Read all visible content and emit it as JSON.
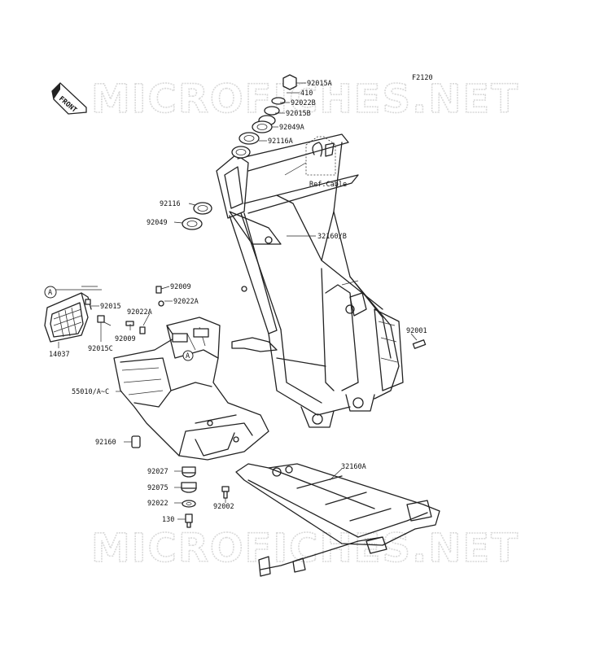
{
  "diagram_code": "F2120",
  "watermark": "MICROFICHES.NET",
  "front_arrow_label": "FRONT",
  "ref_cable": "Ref.Cable",
  "circle_marker": "A",
  "parts": {
    "p92015A": "92015A",
    "p410": "410",
    "p92022B": "92022B",
    "p92015B": "92015B",
    "p92049A": "92049A",
    "p92116A": "92116A",
    "p92116": "92116",
    "p92049": "92049",
    "p32160B": "32160/B",
    "p92009a": "92009",
    "p92022Aa": "92022A",
    "p92015": "92015",
    "p92022Ab": "92022A",
    "p92009b": "92009",
    "p14037": "14037",
    "p92015C": "92015C",
    "p92001": "92001",
    "p55010": "55010/A~C",
    "p92160": "92160",
    "p92027": "92027",
    "p92075": "92075",
    "p92022": "92022",
    "p130": "130",
    "p92002": "92002",
    "p32160A": "32160A"
  }
}
